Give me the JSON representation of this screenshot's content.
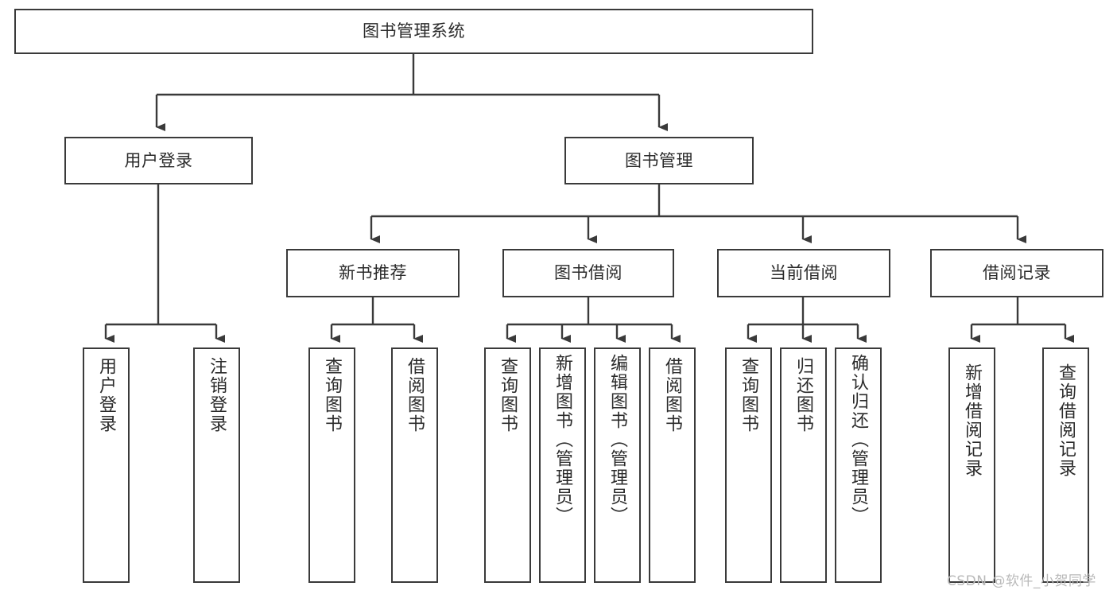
{
  "diagram": {
    "title": "图书管理系统",
    "type": "hierarchy-tree",
    "root": {
      "label": "图书管理系统"
    },
    "level2": [
      {
        "id": "user-login",
        "label": "用户登录"
      },
      {
        "id": "book-management",
        "label": "图书管理"
      }
    ],
    "level3": [
      {
        "id": "new-book-recommend",
        "label": "新书推荐",
        "parent": "book-management"
      },
      {
        "id": "book-borrow",
        "label": "图书借阅",
        "parent": "book-management"
      },
      {
        "id": "current-borrow",
        "label": "当前借阅",
        "parent": "book-management"
      },
      {
        "id": "borrow-record",
        "label": "借阅记录",
        "parent": "book-management"
      }
    ],
    "leaves": [
      {
        "id": "leaf-user-login",
        "label": "用户登录",
        "parent": "user-login"
      },
      {
        "id": "leaf-logout-login",
        "label": "注销登录",
        "parent": "user-login"
      },
      {
        "id": "leaf-query-book-1",
        "label": "查询图书",
        "parent": "new-book-recommend"
      },
      {
        "id": "leaf-borrow-book-1",
        "label": "借阅图书",
        "parent": "new-book-recommend"
      },
      {
        "id": "leaf-query-book-2",
        "label": "查询图书",
        "parent": "book-borrow"
      },
      {
        "id": "leaf-add-book",
        "label": "新增图书（管理员）",
        "parent": "book-borrow"
      },
      {
        "id": "leaf-edit-book",
        "label": "编辑图书（管理员）",
        "parent": "book-borrow"
      },
      {
        "id": "leaf-borrow-book-2",
        "label": "借阅图书",
        "parent": "book-borrow"
      },
      {
        "id": "leaf-query-book-3",
        "label": "查询图书",
        "parent": "current-borrow"
      },
      {
        "id": "leaf-return-book",
        "label": "归还图书",
        "parent": "current-borrow"
      },
      {
        "id": "leaf-confirm-return",
        "label": "确认归还（管理员）",
        "parent": "current-borrow"
      },
      {
        "id": "leaf-add-record",
        "label": "新增借阅记录",
        "parent": "borrow-record"
      },
      {
        "id": "leaf-query-record",
        "label": "查询借阅记录",
        "parent": "borrow-record"
      }
    ],
    "colors": {
      "stroke": "#3a3a3a",
      "fill": "#ffffff",
      "text": "#2b2b2b",
      "watermark": "#b9b9b9"
    }
  },
  "watermark": {
    "text": "CSDN @软件_小贺同学"
  }
}
